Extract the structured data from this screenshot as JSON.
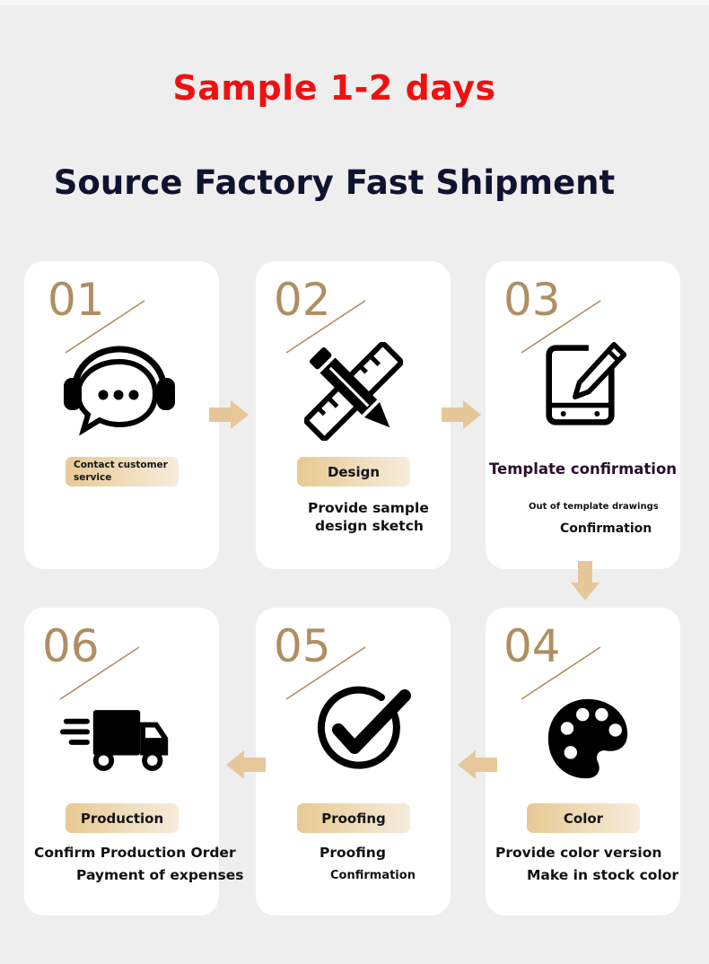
{
  "header": {
    "sample_time": "Sample 1-2 days",
    "tagline": "Source Factory Fast Shipment"
  },
  "accent_colors": {
    "number": "#b08e62",
    "arrow": "#e6c79a",
    "headline_red": "#ee1111",
    "headline_dark": "#101330"
  },
  "steps": [
    {
      "number": "01",
      "icon": "headset-chat-icon",
      "title": "Contact customer service",
      "lines": []
    },
    {
      "number": "02",
      "icon": "pencil-ruler-icon",
      "title": "Design",
      "lines": [
        "Provide sample",
        "design sketch"
      ]
    },
    {
      "number": "03",
      "icon": "tablet-edit-icon",
      "title": "Template confirmation",
      "lines": [
        "Out of template drawings",
        "Confirmation"
      ]
    },
    {
      "number": "04",
      "icon": "palette-icon",
      "title": "Color",
      "lines": [
        "Provide color version",
        "Make in stock color"
      ]
    },
    {
      "number": "05",
      "icon": "check-circle-icon",
      "title": "Proofing",
      "lines": [
        "Proofing",
        "Confirmation"
      ]
    },
    {
      "number": "06",
      "icon": "delivery-truck-icon",
      "title": "Production",
      "lines": [
        "Confirm Production Order",
        "Payment of expenses"
      ]
    }
  ]
}
